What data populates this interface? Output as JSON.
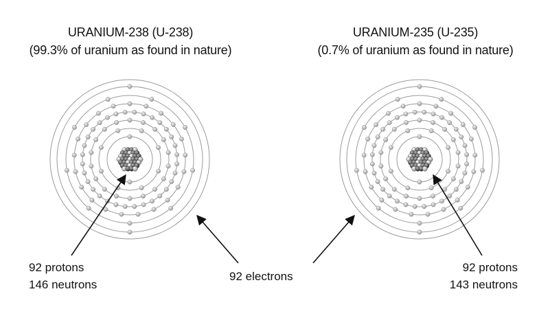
{
  "isotopes": [
    {
      "name": "URANIUM-238 (U-238)",
      "abundance": "(99.3% of uranium as found in nature)",
      "nucleus_label": {
        "protons": "92 protons",
        "neutrons": "146 neutrons"
      }
    },
    {
      "name": "URANIUM-235 (U-235)",
      "abundance": "(0.7% of uranium as found in nature)",
      "nucleus_label": {
        "protons": "92 protons",
        "neutrons": "143 neutrons"
      }
    }
  ],
  "shared_label": "92 electrons",
  "electron_shells": [
    2,
    8,
    18,
    32,
    21,
    9,
    2
  ],
  "colors": {
    "orbit": "#9a9a9a",
    "electron": "#c8c8c8",
    "arrow": "#111111",
    "text": "#111111"
  }
}
